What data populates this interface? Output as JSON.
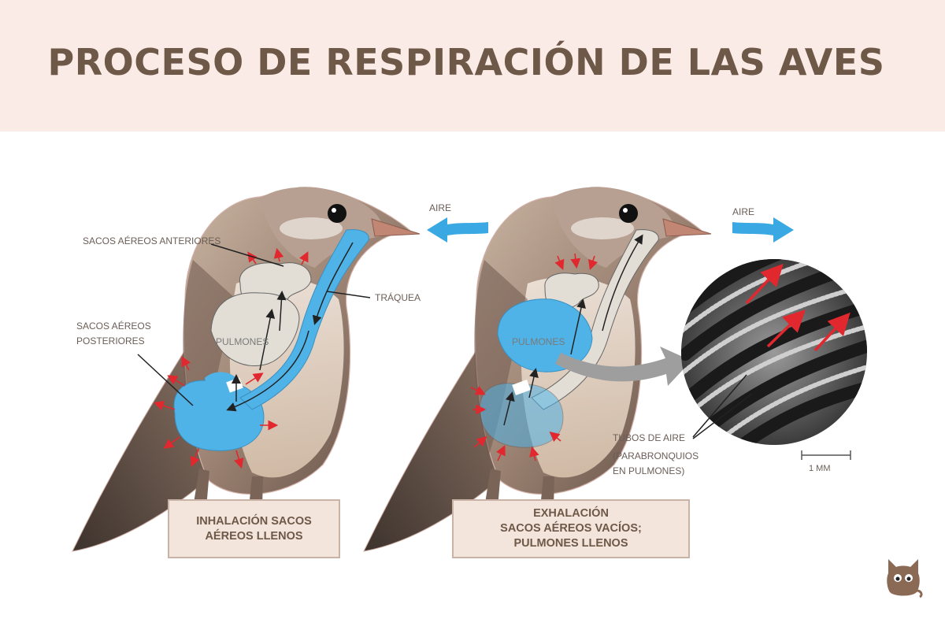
{
  "title": "PROCESO DE RESPIRACIÓN DE LAS AVES",
  "labels": {
    "aire_left": "AIRE",
    "aire_right": "AIRE",
    "sacos_anteriores": "SACOS AÉREOS ANTERIORES",
    "traquea": "TRÁQUEA",
    "sacos_posteriores_1": "SACOS AÉREOS",
    "sacos_posteriores_2": "POSTERIORES",
    "pulmones_left": "PULMONES",
    "pulmones_right": "PULMONES",
    "tubos_aire": "TUBOS DE AIRE",
    "parabronquios_1": "(PARABRONQUIOS",
    "parabronquios_2": "EN PULMONES)",
    "scale": "1 MM"
  },
  "captions": {
    "inhalation_1": "INHALACIÓN SACOS",
    "inhalation_2": "AÉREOS LLENOS",
    "exhalation_1": "EXHALACIÓN",
    "exhalation_2": "SACOS AÉREOS VACÍOS;",
    "exhalation_3": "PULMONES LLENOS"
  },
  "colors": {
    "header_bg": "#fbebe6",
    "title": "#6e5848",
    "air_blue": "#4fb3e8",
    "sac_gray": "#e2ded6",
    "red_arrow": "#e0282e",
    "bird_body": "#8e7566",
    "caption_bg": "#f3e5dc"
  },
  "icons": [
    "bird-illustration",
    "air-flow-arrow",
    "magnified-lung-tissue",
    "cat-logo-icon"
  ]
}
